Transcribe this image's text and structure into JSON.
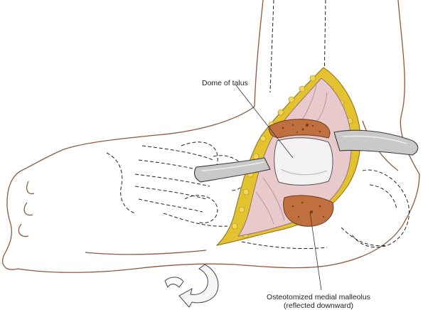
{
  "labels": {
    "dome_of_talus": "Dome of talus",
    "osteotomized_line1": "Osteotomized medial malleolus",
    "osteotomized_line2": "(reflected downward)"
  },
  "colors": {
    "skin_outline": "#8b5a3c",
    "bone_dashed": "#222222",
    "fat": "#e3c230",
    "tissue_pink": "#e8c9cc",
    "bone_cut": "#c0703e",
    "retractor": "#c9c9c9",
    "leader": "#333333"
  }
}
